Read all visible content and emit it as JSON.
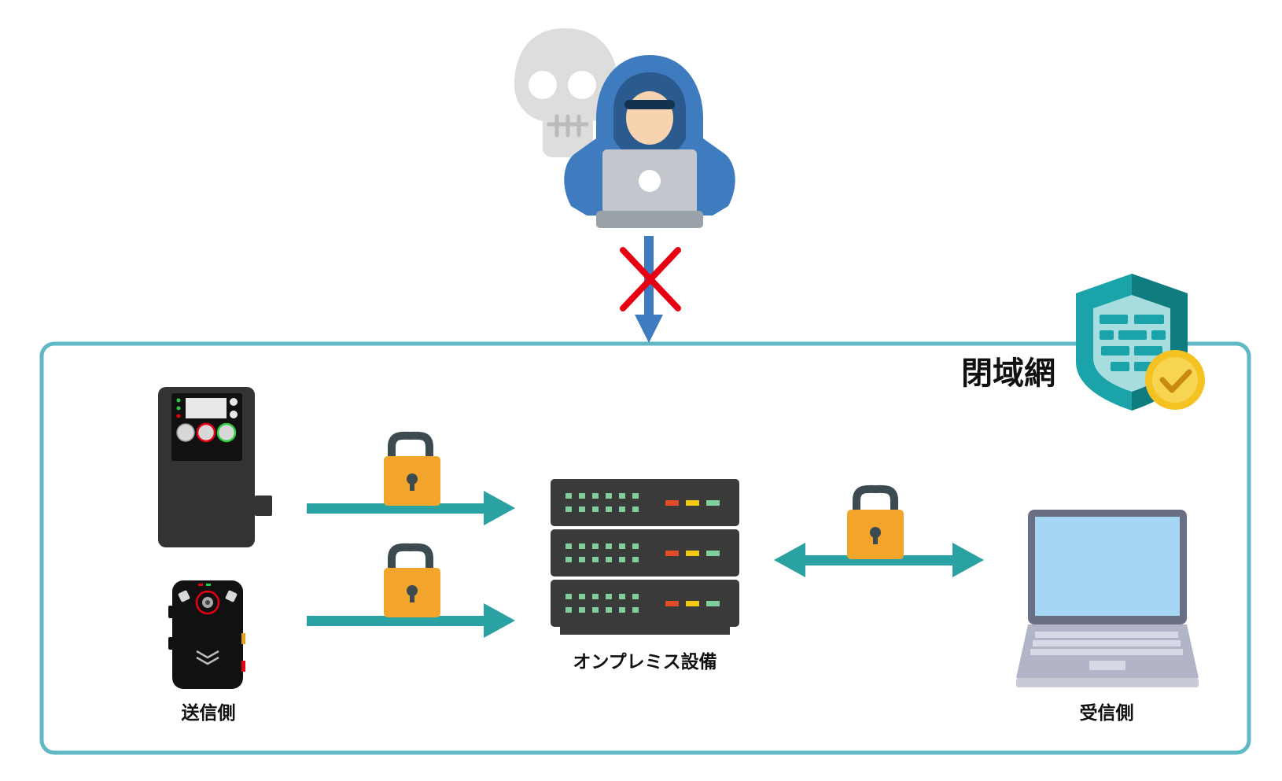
{
  "network": {
    "title": "閉域網"
  },
  "sender": {
    "label": "送信側"
  },
  "server": {
    "label": "オンプレミス設備"
  },
  "receiver": {
    "label": "受信側"
  },
  "colors": {
    "frame": "#5fb8c4",
    "teal_arrow": "#2aa1a3",
    "blue_arrow": "#3f7bbf",
    "block_cross": "#e60012",
    "lock": "#f3a52b",
    "shield": "#1aa3a9",
    "check": "#f4c322"
  }
}
